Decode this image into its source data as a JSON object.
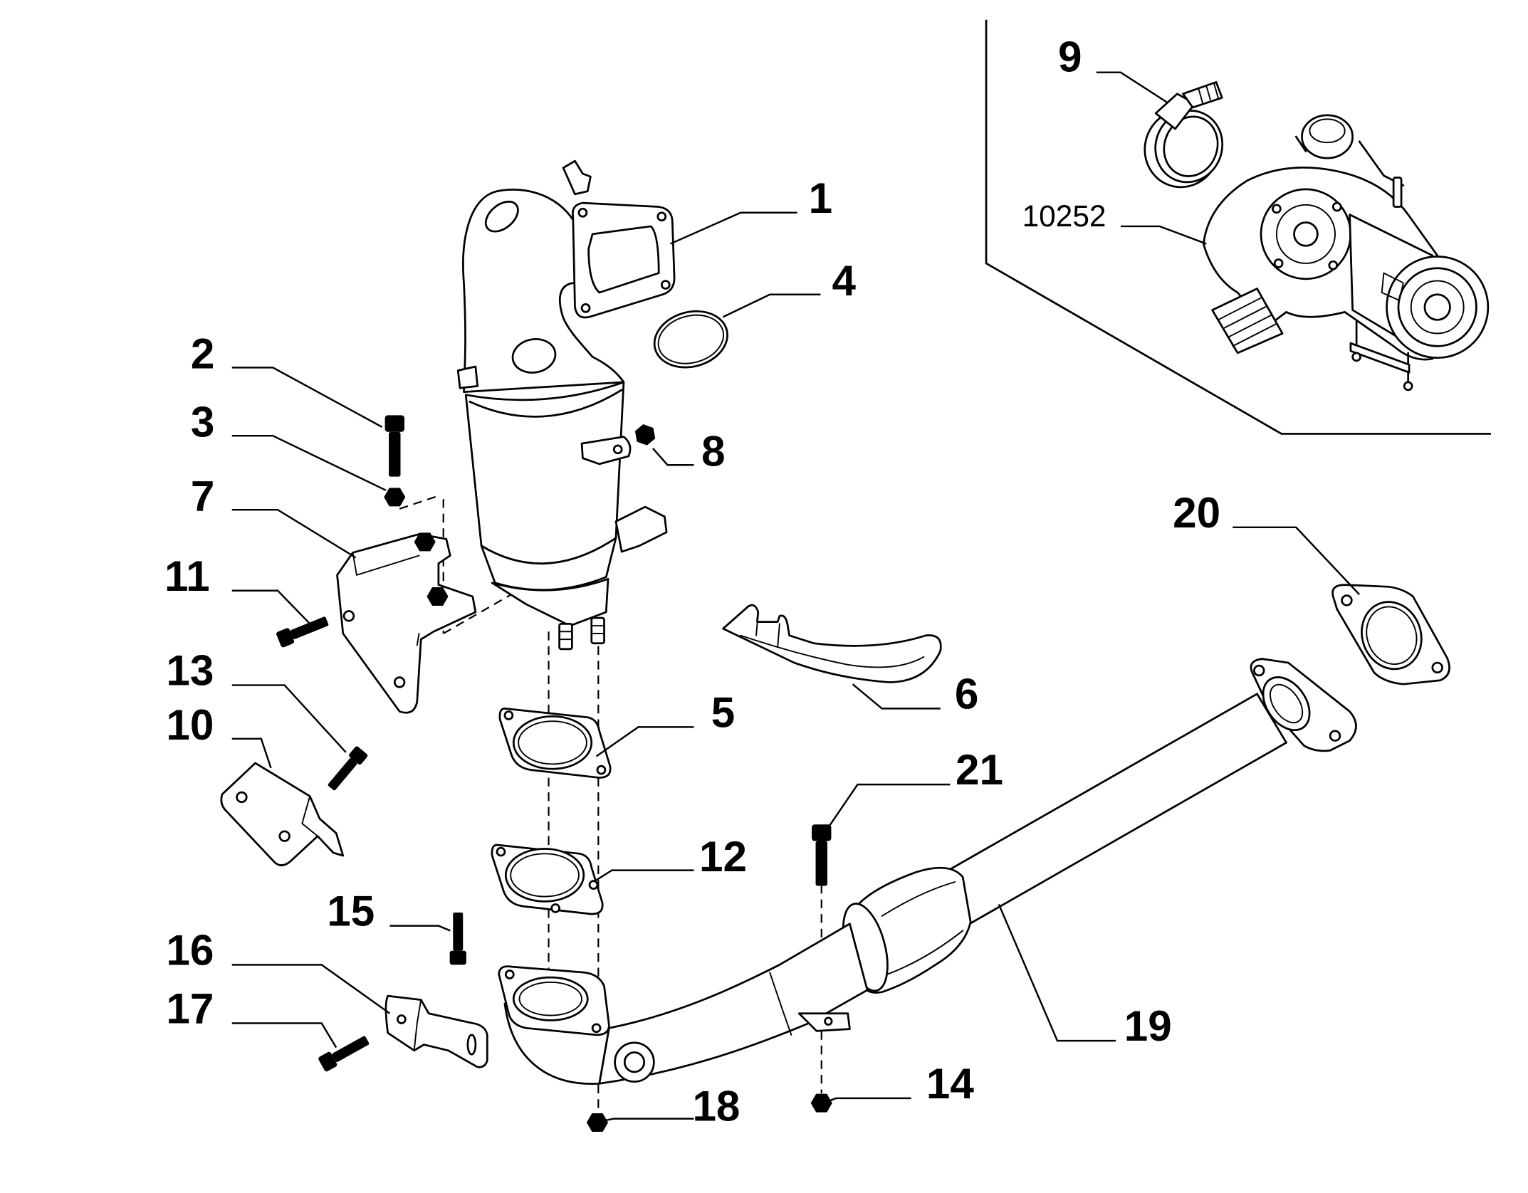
{
  "colors": {
    "ink": "#000000",
    "background": "#ffffff"
  },
  "callouts": {
    "c1": "1",
    "c2": "2",
    "c3": "3",
    "c4": "4",
    "c5": "5",
    "c6": "6",
    "c7": "7",
    "c8": "8",
    "c9": "9",
    "c10": "10",
    "c11": "11",
    "c12": "12",
    "c13": "13",
    "c14": "14",
    "c15": "15",
    "c16": "16",
    "c17": "17",
    "c18": "18",
    "c19": "19",
    "c20": "20",
    "c21": "21",
    "c10252": "10252"
  }
}
